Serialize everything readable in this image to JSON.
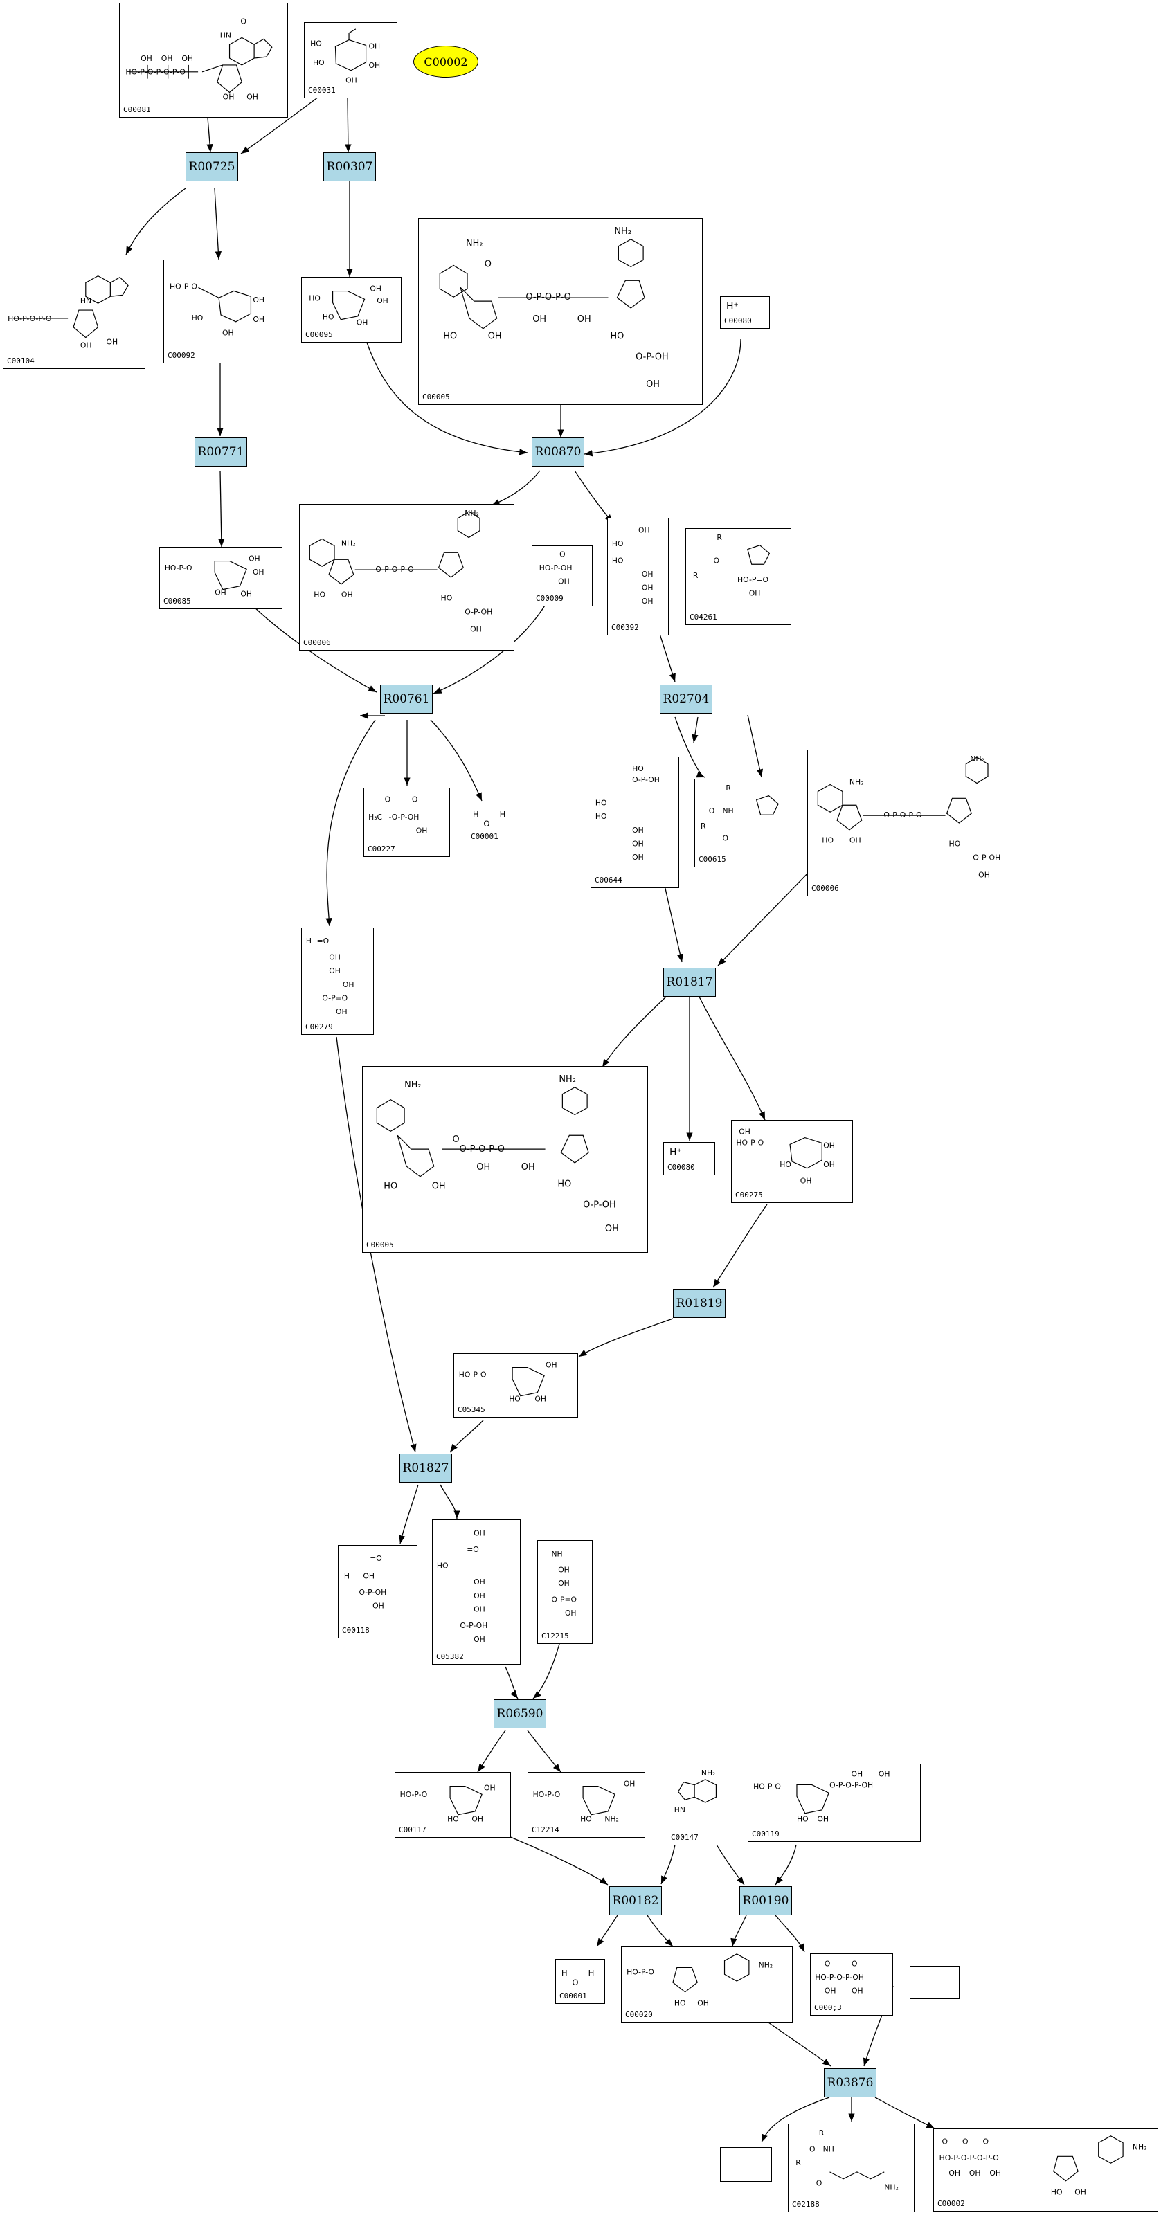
{
  "reactions": {
    "R00725": "R00725",
    "R00307": "R00307",
    "R00771": "R00771",
    "R00870": "R00870",
    "R00761": "R00761",
    "R02704": "R02704",
    "R01817": "R01817",
    "R01819": "R01819",
    "R01827": "R01827",
    "R06590": "R06590",
    "R00182": "R00182",
    "R00190": "R00190",
    "R03876": "R03876"
  },
  "highlight": {
    "label": "C00002",
    "color": "#ffff00"
  },
  "compounds": {
    "c00081": "C00081",
    "c00031": "C00031",
    "c00104": "C00104",
    "c00092": "C00092",
    "c00095": "C00095",
    "c00005a": "C00005",
    "c00080a": "C00080",
    "c00085": "C00085",
    "c00006a": "C00006",
    "c00009": "C00009",
    "c00392": "C00392",
    "c04261": "C04261",
    "c00644": "C00644",
    "c00615": "C00615",
    "c00006b": "C00006",
    "c00227": "C00227",
    "c00001a": "C00001",
    "c00279": "C00279",
    "c00005b": "C00005",
    "c00080b": "C00080",
    "c00275": "C00275",
    "c05345": "C05345",
    "c00118": "C00118",
    "c05382": "C05382",
    "c12215": "C12215",
    "c00117": "C00117",
    "c12214": "C12214",
    "c00147": "C00147",
    "c00119": "C00119",
    "c00001b": "C00001",
    "c00020": "C00020",
    "c00013": "C000;3",
    "c02188": "C02188",
    "c00002b": "C00002"
  },
  "hplus_label": "H⁺",
  "colors": {
    "reaction_fill": "#add8e6",
    "edge": "#000000",
    "highlight": "#ffff00"
  }
}
